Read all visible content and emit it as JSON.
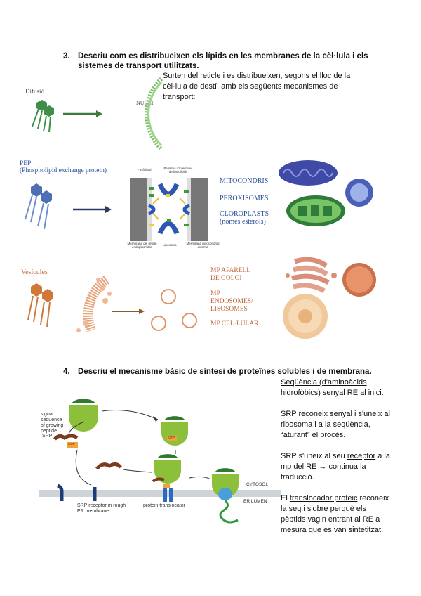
{
  "q3": {
    "number": "3.",
    "line1": "Descriu com es distribueixen els lípids en les membranes de la cèl·lula i els",
    "line2": "sistemes de transport utilitzats.",
    "answer": [
      "Surten del reticle i es distribueixen, segons el lloc de la",
      "cèl·lula de destí, amb els següents mecanismes de",
      "transport:"
    ]
  },
  "diffusion": {
    "label": "Difusió",
    "target": "NUCLI"
  },
  "pep": {
    "label1": "PEP",
    "label2": "(Phospholipid exchange protein)",
    "targets": [
      "MITOCONDRIS",
      "PEROXISOMES",
      "CLOROPLASTS",
      "(només esterols)"
    ],
    "diagram_labels": {
      "top_left": "Fosfolípid",
      "top_center": "Proteïna d'intercanvi de fosfolípids",
      "bottom_left": "Membrana del reticle endoplasmàtic",
      "bottom_center": "Liposoma",
      "bottom_right": "Membrana mitocondrial externa"
    }
  },
  "vesicles": {
    "label": "Vesícules",
    "targets": [
      "MP APARELL",
      "DE GOLGI",
      "MP",
      "ENDOSOMES/",
      "LISOSOMES",
      "MP CEL·LULAR"
    ]
  },
  "q4": {
    "number": "4.",
    "line": "Descriu el mecanisme bàsic de síntesi de proteïnes solubles i de membrana.",
    "p1_u": "Seqüència (d'aminoàcids hidrofòbics) senyal RE",
    "p1_line1": "Seqüència (d'aminoàcids",
    "p1_line2": "hidrofòbics) senyal RE",
    "p1_rest": " al inici.",
    "p2_u": "SRP",
    "p2_rest": " reconeix senyal i s'uneix al",
    "p2_line2": "ribosoma i a la seqüència,",
    "p2_line3": "“aturant” el procés.",
    "p3_a": "SRP s'uneix al seu ",
    "p3_u": "receptor",
    "p3_b": " a la",
    "p3_line2": "mp del RE → continua la",
    "p3_line3": "traducció.",
    "p4_a": "El ",
    "p4_u": "translocador proteic",
    "p4_b": " reconeix",
    "p4_line2": "la seq i s'obre perquè els",
    "p4_line3": "pèptids vagin entrant al RE a",
    "p4_line4": "mesura que es van sintetitzat."
  },
  "srp_diagram": {
    "signal1": "signal",
    "signal2": "sequence",
    "signal3": "of growing",
    "signal4": "peptide",
    "srp": "SRP",
    "gdp": "GDP",
    "gtp": "GTP",
    "cytosol": "CYTOSOL",
    "er_lumen": "ER LUMEN",
    "receptor1": "SRP receptor in rough",
    "receptor2": "ER membrane",
    "translocator": "protein translocator"
  },
  "colors": {
    "green": "#3f8f4a",
    "lipid_blue": "#4d6fb3",
    "lipid_orange": "#d0773a",
    "srp_brown": "#7a3b1e",
    "ribosome_green": "#6aa33a"
  }
}
